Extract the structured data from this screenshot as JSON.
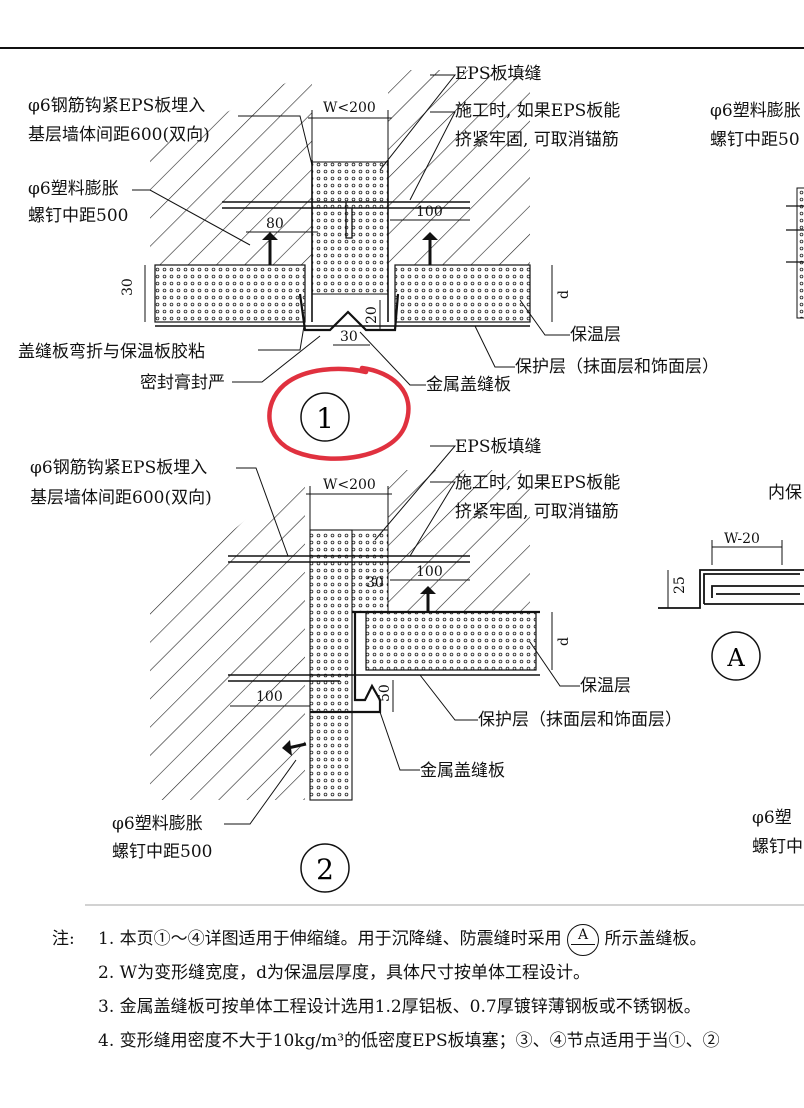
{
  "detail1": {
    "label_rebar_hook": "φ6钢筋钩紧EPS板埋入",
    "label_rebar_hook_2": "基层墙体间距600(双向)",
    "label_anchor": "φ6塑料膨胀",
    "label_anchor_2": "螺钉中距500",
    "label_eps_fill": "EPS板填缝",
    "label_construction": "施工时, 如果EPS板能",
    "label_construction_2": "挤紧牢固, 可取消锚筋",
    "label_insulation": "保温层",
    "label_protect": "保护层（抹面层和饰面层）",
    "label_cover_fold": "盖缝板弯折与保温板胶粘",
    "label_sealant": "密封膏封严",
    "label_metal_cover": "金属盖缝板",
    "dim_width": "W<200",
    "dim_80": "80",
    "dim_100": "100",
    "dim_30_left": "30",
    "dim_30_bottom": "30",
    "dim_20": "20",
    "dim_d": "d",
    "number": "1"
  },
  "detail2": {
    "label_rebar_hook": "φ6钢筋钩紧EPS板埋入",
    "label_rebar_hook_2": "基层墙体间距600(双向)",
    "label_eps_fill": "EPS板填缝",
    "label_construction": "施工时, 如果EPS板能",
    "label_construction_2": "挤紧牢固, 可取消锚筋",
    "label_insulation": "保温层",
    "label_protect": "保护层（抹面层和饰面层）",
    "label_metal_cover": "金属盖缝板",
    "label_anchor": "φ6塑料膨胀",
    "label_anchor_2": "螺钉中距500",
    "dim_width": "W<200",
    "dim_30": "30",
    "dim_100_top": "100",
    "dim_100_left": "100",
    "dim_50": "50",
    "dim_d": "d",
    "number": "2"
  },
  "right_partial": {
    "label_anchor_top": "φ6塑料膨胀",
    "label_anchor_top_2": "螺钉中距50",
    "label_inner": "内保",
    "dim_w20": "W-20",
    "dim_25": "25",
    "detail_a": "A",
    "label_anchor_bottom": "φ6塑",
    "label_anchor_bottom_2": "螺钉中"
  },
  "notes": {
    "head": "注:",
    "n1_num": "1.",
    "n1_a": "本页①～④详图适用于伸缩缝。用于沉降缝、防震缝时采用",
    "n1_symbol": "A",
    "n1_b": "所示盖缝板。",
    "n2_num": "2.",
    "n2": "W为变形缝宽度，d为保温层厚度，具体尺寸按单体工程设计。",
    "n3_num": "3.",
    "n3": "金属盖缝板可按单体工程设计选用1.2厚铝板、0.7厚镀锌薄钢板或不锈钢板。",
    "n4_num": "4.",
    "n4": "变形缝用密度不大于10kg/m³的低密度EPS板填塞；③、④节点适用于当①、②"
  },
  "colors": {
    "ink": "#111111",
    "annotation": "#e0313f"
  }
}
